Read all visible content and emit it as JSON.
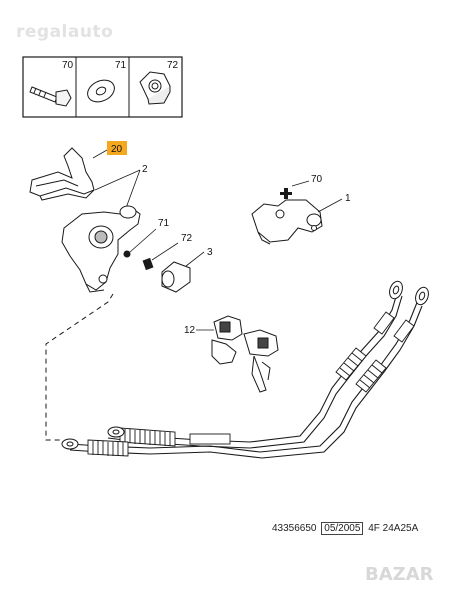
{
  "watermark_top": "regalauto",
  "watermark_bottom": "BAZAR",
  "callouts": {
    "bolt": "70",
    "washer": "71",
    "nut": "72",
    "main_part": "20",
    "part_2": "2",
    "part_71": "71",
    "part_72": "72",
    "part_3": "3",
    "part_70": "70",
    "part_1": "1",
    "part_12": "12"
  },
  "footer": {
    "part_no": "43356650",
    "date": "05/2005",
    "code": "4F 24A25A"
  },
  "colors": {
    "highlight": "#f5a81e",
    "line": "#1a1a1a"
  }
}
